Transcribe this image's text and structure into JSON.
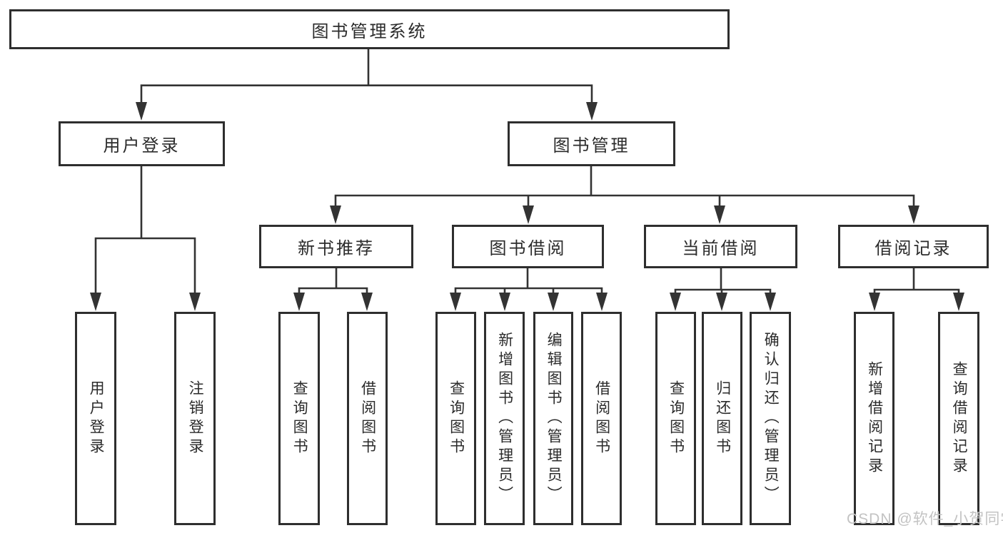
{
  "diagram": {
    "type": "hierarchy-tree",
    "colors": {
      "line": "#333333",
      "box_border": "#2e2e2e",
      "text": "#2b2b2b",
      "watermark": "#c3c3c3",
      "background": "#ffffff"
    },
    "tree": {
      "label": "图书管理系统",
      "children": [
        {
          "label": "用户登录",
          "children": [
            {
              "label": "用户登录"
            },
            {
              "label": "注销登录"
            }
          ]
        },
        {
          "label": "图书管理",
          "children": [
            {
              "label": "新书推荐",
              "children": [
                {
                  "label": "查询图书"
                },
                {
                  "label": "借阅图书"
                }
              ]
            },
            {
              "label": "图书借阅",
              "children": [
                {
                  "label": "查询图书"
                },
                {
                  "label": "新增图书（管理员）"
                },
                {
                  "label": "编辑图书（管理员）"
                },
                {
                  "label": "借阅图书"
                }
              ]
            },
            {
              "label": "当前借阅",
              "children": [
                {
                  "label": "查询图书"
                },
                {
                  "label": "归还图书"
                },
                {
                  "label": "确认归还（管理员）"
                }
              ]
            },
            {
              "label": "借阅记录",
              "children": [
                {
                  "label": "新增借阅记录"
                },
                {
                  "label": "查询借阅记录"
                }
              ]
            }
          ]
        }
      ]
    }
  },
  "watermark": {
    "text": "CSDN @软件_小贺同学"
  }
}
